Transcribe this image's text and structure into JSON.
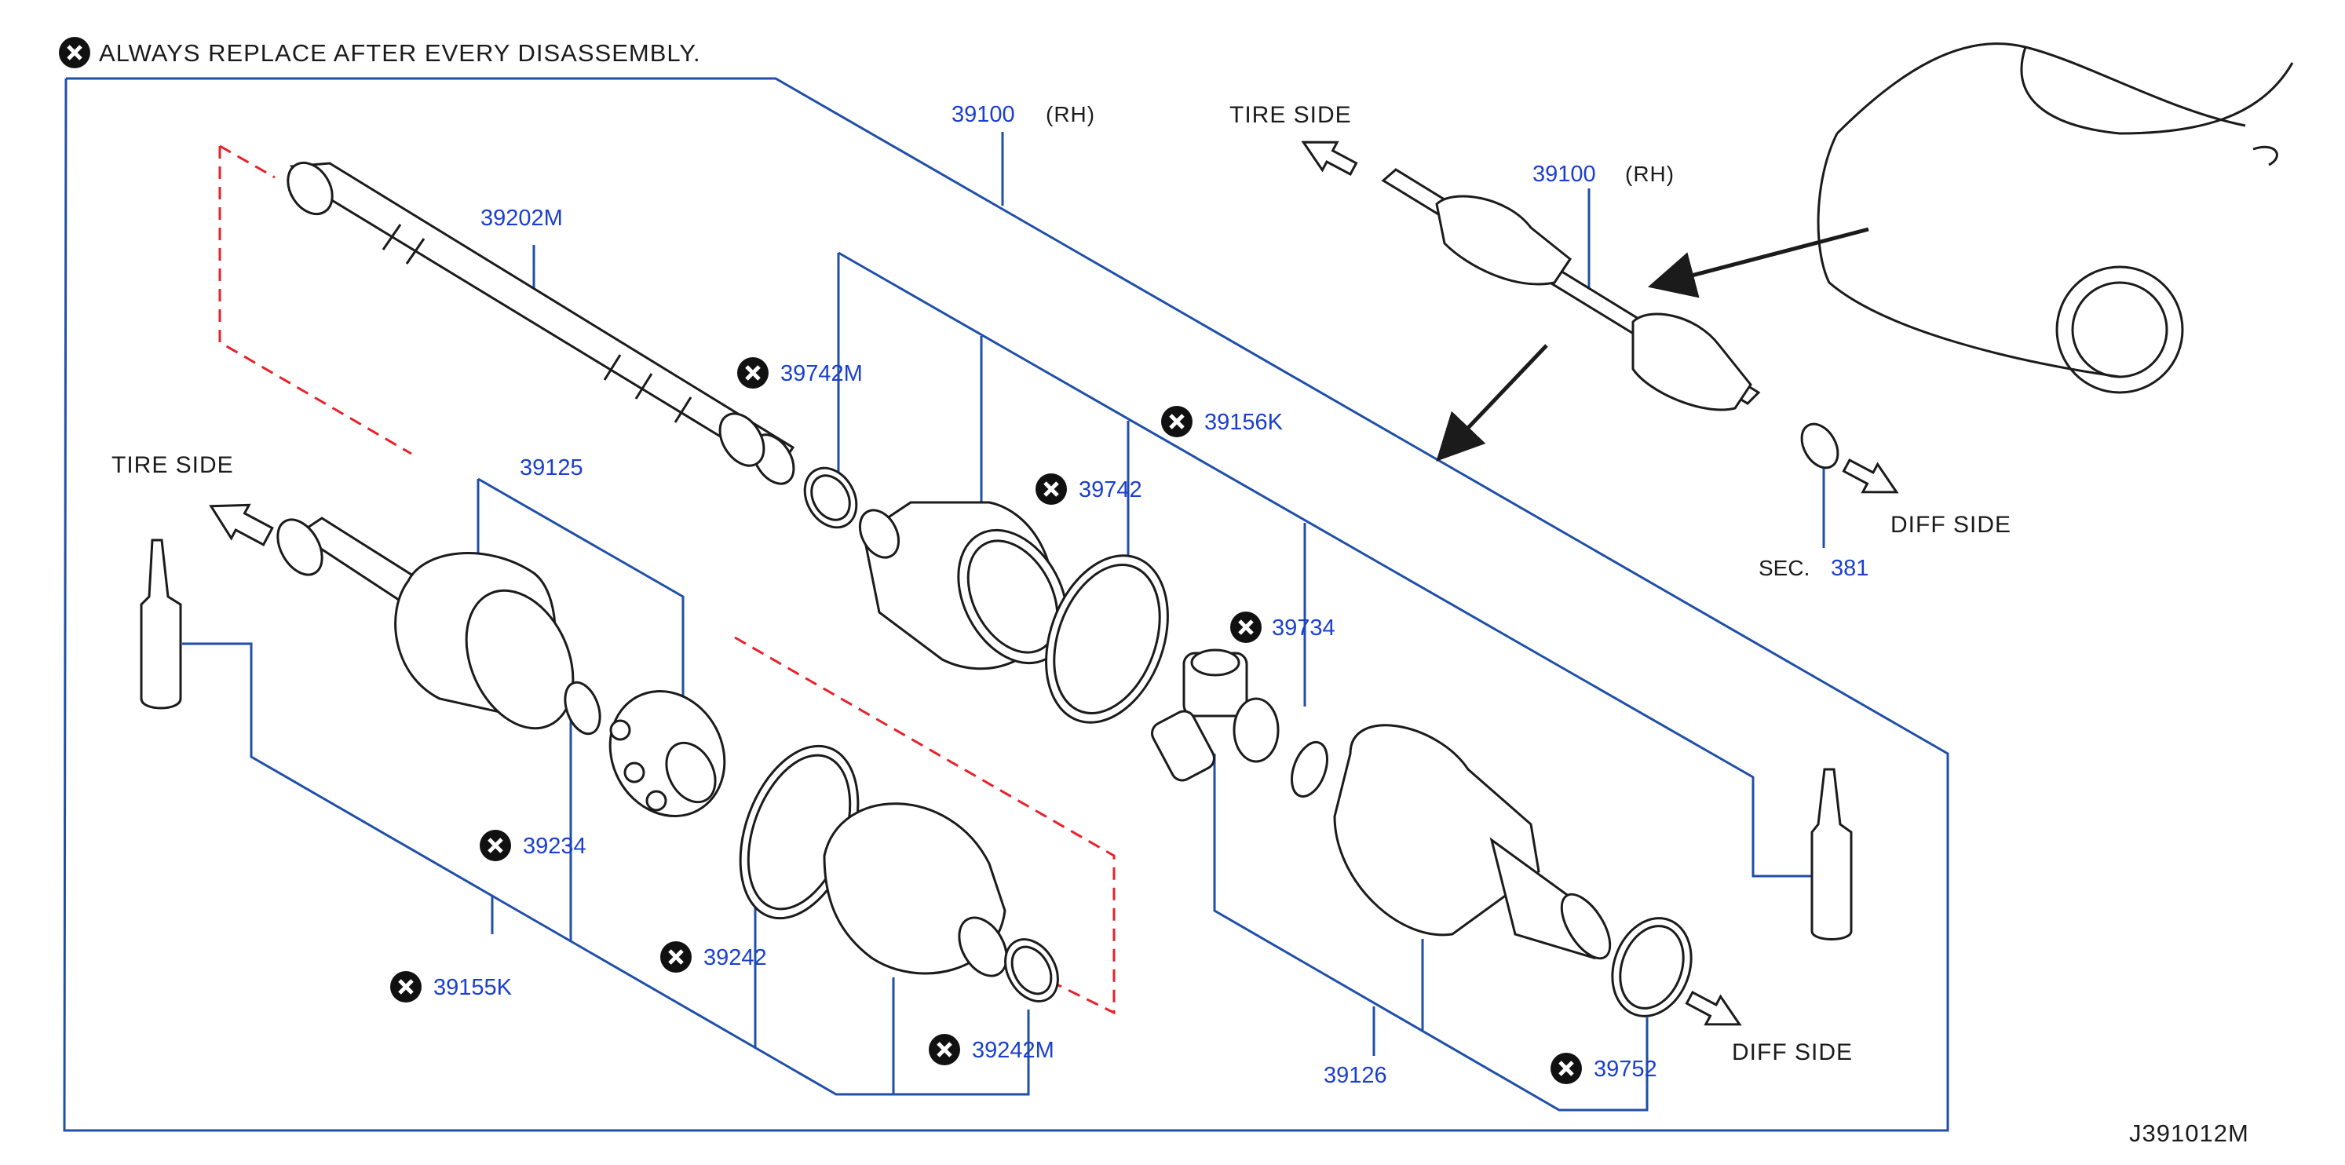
{
  "header": {
    "note": "ALWAYS  REPLACE  AFTER  EVERY  DISASSEMBLY.",
    "note_icon": "x-circle-icon"
  },
  "labels": {
    "tire_side": "TIRE  SIDE",
    "diff_side": "DIFF  SIDE",
    "rh": "(RH)",
    "sec": "SEC.",
    "sec_no": "381",
    "drawing_code": "J391012M"
  },
  "parts": {
    "p39100": "39100",
    "p39202M": "39202M",
    "p39742M": "39742M",
    "p39742": "39742",
    "p39156K": "39156K",
    "p39125": "39125",
    "p39734": "39734",
    "p39234": "39234",
    "p39242": "39242",
    "p39155K": "39155K",
    "p39242M": "39242M",
    "p39126": "39126",
    "p39752": "39752"
  },
  "colors": {
    "leader": "#1f4fa8",
    "part_number": "#1a3fd0",
    "phantom": "#e8202a",
    "ink": "#1b1b1b"
  }
}
